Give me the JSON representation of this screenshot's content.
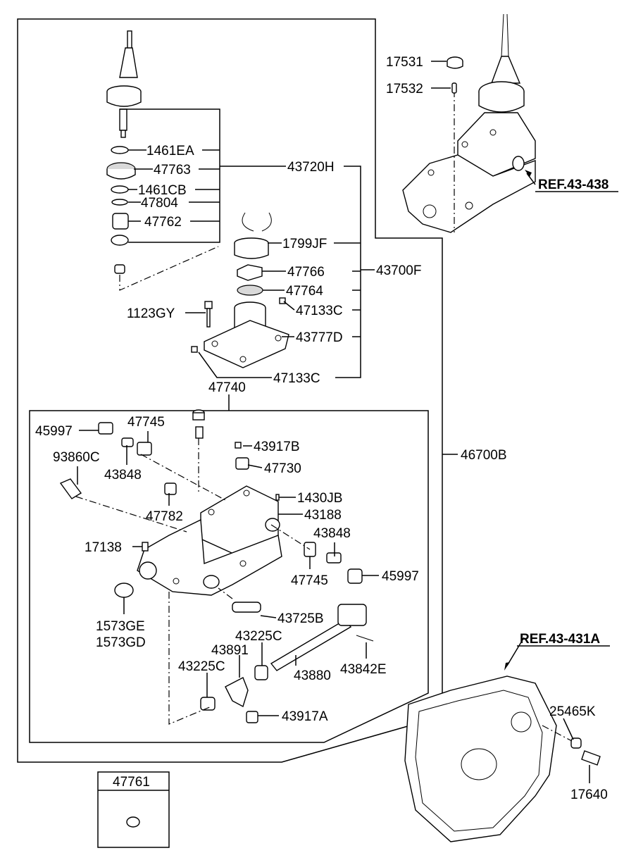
{
  "labels": {
    "p17531": "17531",
    "p17532": "17532",
    "ref43438": "REF.43-438",
    "p1461EA": "1461EA",
    "p47763": "47763",
    "p43720H": "43720H",
    "p1461CB": "1461CB",
    "p47804": "47804",
    "p47762": "47762",
    "p1799JF": "1799JF",
    "p47766": "47766",
    "p43700F": "43700F",
    "p47764": "47764",
    "p1123GY": "1123GY",
    "p47133C_a": "47133C",
    "p43777D": "43777D",
    "p47133C_b": "47133C",
    "p47740": "47740",
    "p45997_a": "45997",
    "p47745_a": "47745",
    "p43917B": "43917B",
    "p93860C": "93860C",
    "p43848_a": "43848",
    "p47730": "47730",
    "p46700B": "46700B",
    "p1430JB": "1430JB",
    "p47782": "47782",
    "p43188": "43188",
    "p43848_b": "43848",
    "p17138": "17138",
    "p45997_b": "45997",
    "p47745_b": "47745",
    "p1573GE": "1573GE",
    "p1573GD": "1573GD",
    "p43725B": "43725B",
    "p43225C_a": "43225C",
    "p43891": "43891",
    "p43225C_b": "43225C",
    "p43880": "43880",
    "p43842E": "43842E",
    "ref43431A": "REF.43-431A",
    "p43917A": "43917A",
    "p25465K": "25465K",
    "p47761": "47761",
    "p17640": "17640"
  }
}
